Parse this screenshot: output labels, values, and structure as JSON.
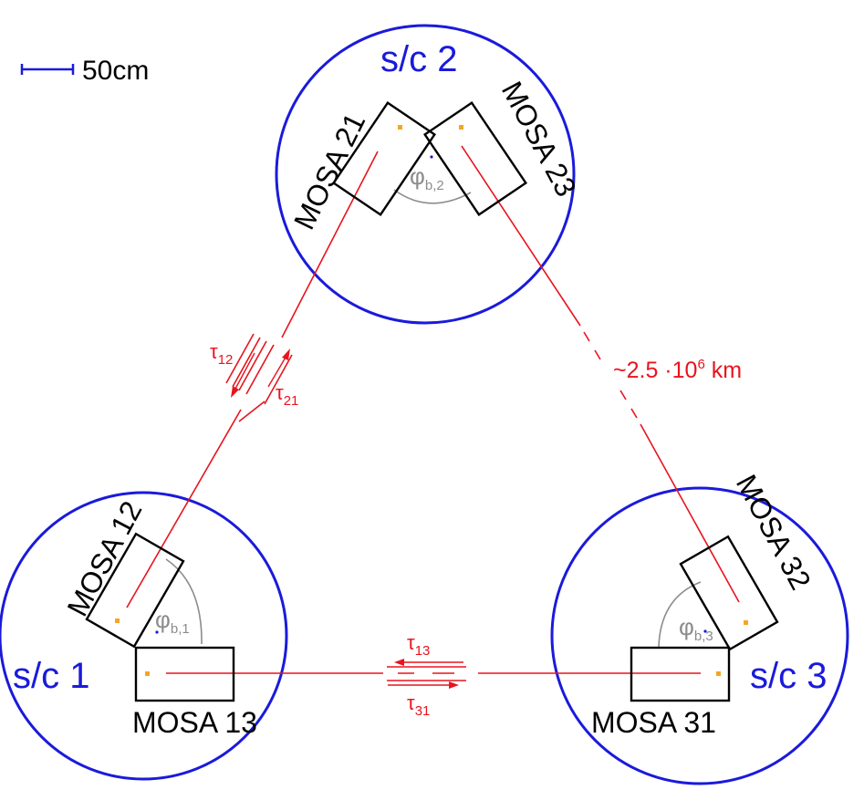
{
  "scale_bar": {
    "label": "50cm"
  },
  "spacecraft": [
    {
      "id": "1",
      "label": "s/c 1"
    },
    {
      "id": "2",
      "label": "s/c 2"
    },
    {
      "id": "3",
      "label": "s/c 3"
    }
  ],
  "mosas": {
    "m12": "MOSA 12",
    "m13": "MOSA 13",
    "m21": "MOSA 21",
    "m23": "MOSA 23",
    "m31": "MOSA 31",
    "m32": "MOSA 32"
  },
  "angles": {
    "phi": "φ",
    "b1_sub": "b,1",
    "b2_sub": "b,2",
    "b3_sub": "b,3"
  },
  "delays": {
    "tau": "τ",
    "t12_sub": "12",
    "t21_sub": "21",
    "t13_sub": "13",
    "t31_sub": "31"
  },
  "distance": {
    "prefix": "~2.5 ·10",
    "exponent": "6",
    "unit": " km"
  },
  "colors": {
    "spacecraft": "#1a1adc",
    "laser": "#e8141e",
    "mosa": "#000000",
    "angle": "#8c8c8c",
    "test_mass": "#f5a623"
  }
}
